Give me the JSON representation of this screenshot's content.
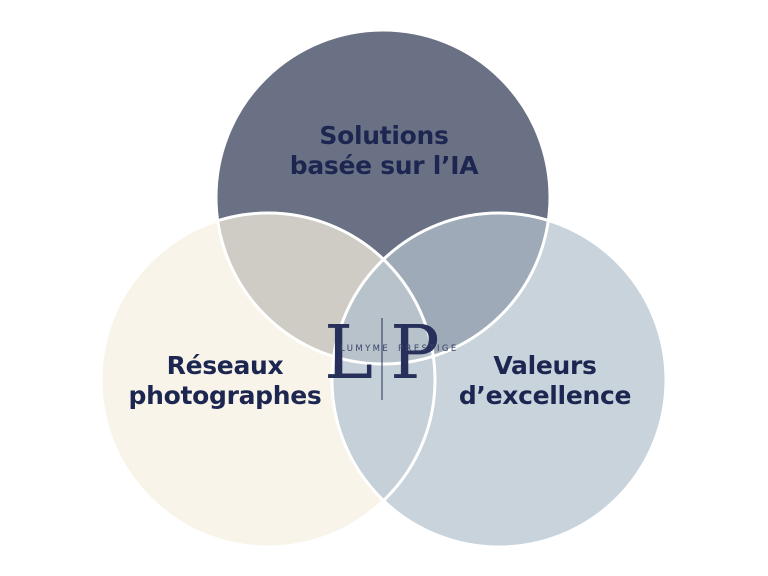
{
  "diagram": {
    "type": "venn",
    "circles": [
      {
        "id": "top",
        "lines": [
          "Solutions",
          "basée sur l’IA"
        ],
        "color": "#6b7185"
      },
      {
        "id": "left",
        "lines": [
          "Réseaux",
          "photographes"
        ],
        "color": "#f8f4ea"
      },
      {
        "id": "right",
        "lines": [
          "Valeurs",
          "d’excellence"
        ],
        "color": "#c8d3dc"
      }
    ],
    "overlap_colors": {
      "top_left": "#cfcbc5",
      "top_right": "#9eaab7",
      "left_right": "#c6d0d9",
      "center": "#b8c2cb"
    },
    "outline_color": "#ffffff",
    "text_color": "#1c2650"
  },
  "logo": {
    "letter_left": "L",
    "letter_right": "P",
    "word_left": "LUMYME",
    "word_right": "PRESTIGE",
    "color": "#27305a"
  }
}
